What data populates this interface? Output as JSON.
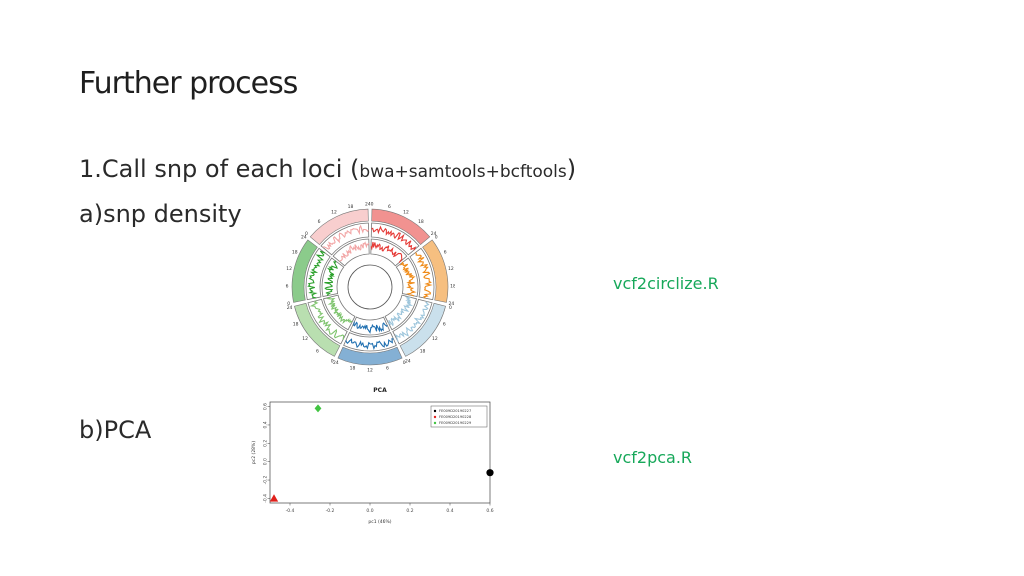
{
  "slide": {
    "title": "Further process",
    "step1_prefix": "1.Call snp of each loci (",
    "step1_tools": "bwa+samtools+bcftools",
    "step1_suffix": ")",
    "step_a": "a)snp density",
    "step_b": "b)PCA",
    "script_a": "vcf2circlize.R",
    "script_b": "vcf2pca.R",
    "link_color": "#17a85a"
  },
  "circos": {
    "sector_colors": [
      "#e53935",
      "#ef8a17",
      "#9ec6dc",
      "#1f6fb0",
      "#7fc46f",
      "#2ca02c",
      "#f2a5a5"
    ],
    "tick_labels": [
      "0",
      "6",
      "12",
      "18",
      "24"
    ]
  },
  "chart_data": {
    "type": "scatter",
    "title": "PCA",
    "xlabel": "pc1 (46%)",
    "ylabel": "pc2 (28%)",
    "xlim": [
      -0.5,
      0.6
    ],
    "ylim": [
      -0.45,
      0.65
    ],
    "x_ticks": [
      "-0.4",
      "-0.2",
      "0.0",
      "0.2",
      "0.4",
      "0.6"
    ],
    "y_ticks": [
      "-0.4",
      "-0.2",
      "0.0",
      "0.2",
      "0.4",
      "0.6"
    ],
    "legend_position": "top-right",
    "series": [
      {
        "name": "FE009D20190227",
        "color": "#000000",
        "marker": "circle",
        "x": 0.6,
        "y": -0.12
      },
      {
        "name": "FE009D20190228",
        "color": "#e0201b",
        "marker": "triangle",
        "x": -0.48,
        "y": -0.4
      },
      {
        "name": "FE009D20190229",
        "color": "#41c441",
        "marker": "diamond",
        "x": -0.26,
        "y": 0.58
      }
    ]
  }
}
